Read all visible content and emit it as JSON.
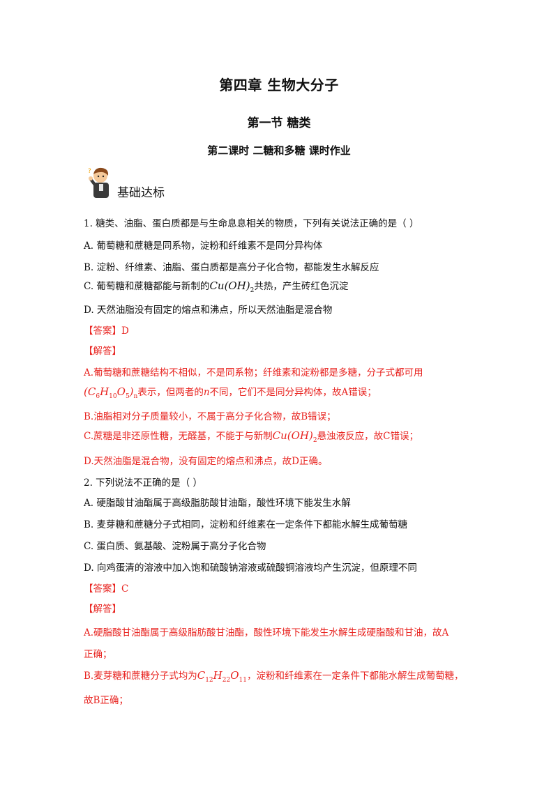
{
  "header": {
    "chapter": "第四章  生物大分子",
    "section": "第一节    糖类",
    "lesson": "第二课时      二糖和多糖    课时作业"
  },
  "section_label": "基础达标",
  "icon": "thinking-student-icon",
  "q1": {
    "stem": "1. 糖类、油脂、蛋白质都是与生命息息相关的物质，下列有关说法正确的是（    ）",
    "a": "A.  葡萄糖和蔗糖是同系物，淀粉和纤维素不是同分异构体",
    "b": "B.  淀粉、纤维素、油脂、蛋白质都是高分子化合物，都能发生水解反应",
    "c_pre": "C.  葡萄糖和蔗糖都能与新制的",
    "c_post": "共热，产生砖红色沉淀",
    "d": "D.  天然油脂没有固定的熔点和沸点，所以天然油脂是混合物",
    "answer": "【答案】D",
    "analysis_label": "【解答】",
    "ex_a1": "A.葡萄糖和蔗糖结构不相似，不是同系物；纤维素和淀粉都是多糖，分子式都可用",
    "ex_a2_post": "表示，但两者的",
    "ex_a2_n": "n",
    "ex_a2_tail": "不同，它们不是同分异构体，故A错误；",
    "ex_b": "B.油脂相对分子质量较小，不属于高分子化合物，故B错误；",
    "ex_c_pre": "C.蔗糖是非还原性糖，无醛基，不能于与新制",
    "ex_c_post": "悬浊液反应，故C错误；",
    "ex_d": "D.天然油脂是混合物，没有固定的熔点和沸点，故D正确。"
  },
  "q2": {
    "stem": "2. 下列说法不正确的是（    ）",
    "a": "A.  硬脂酸甘油酯属于高级脂肪酸甘油酯，酸性环境下能发生水解",
    "b": "B.  麦芽糖和蔗糖分子式相同，淀粉和纤维素在一定条件下都能水解生成葡萄糖",
    "c": "C.  蛋白质、氨基酸、淀粉属于高分子化合物",
    "d": "D.  向鸡蛋清的溶液中加入饱和硫酸钠溶液或硫酸铜溶液均产生沉淀，但原理不同",
    "answer": "【答案】C",
    "analysis_label": "【解答】",
    "ex_a1": "A.硬脂酸甘油酯属于高级脂肪酸甘油酯，酸性环境下能发生水解生成硬脂酸和甘油，故A",
    "ex_a2": "正确；",
    "ex_b1_pre": "B.麦芽糖和蔗糖分子式均为",
    "ex_b1_post": "，淀粉和纤维素在一定条件下都能水解生成葡萄糖，",
    "ex_b2": "故B正确；"
  },
  "formulas": {
    "cuoh2": "Cu(OH)2",
    "c6h10o5n": "(C6H10O5)n",
    "c12h22o11": "C12H22O11"
  },
  "colors": {
    "answer": "#e8231f",
    "text": "#111111"
  }
}
